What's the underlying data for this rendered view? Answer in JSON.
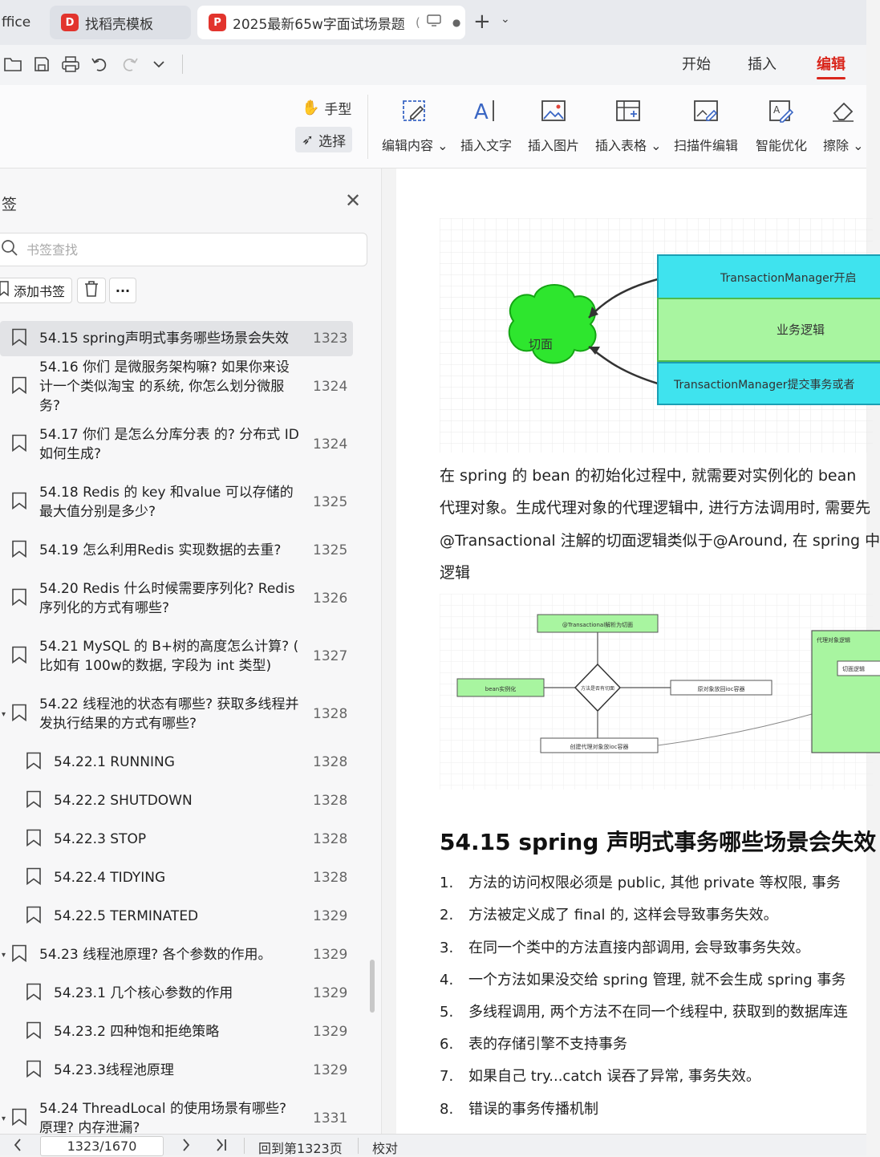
{
  "tabs": {
    "app_label": "ffice",
    "template_tab": "找稻壳模板",
    "doc_tab": "2025最新65w字面试场景题",
    "doc_tab_extra": "(",
    "new_tab": "+",
    "new_tab_menu": "⌄"
  },
  "menu": {
    "start": "开始",
    "insert": "插入",
    "edit": "编辑",
    "accent": "#d9261c"
  },
  "ribbon": {
    "hand": "手型",
    "select": "选择",
    "edit_content": "编辑内容",
    "insert_text": "插入文字",
    "insert_image": "插入图片",
    "insert_table": "插入表格",
    "scan_edit": "扫描件编辑",
    "smart_optimize": "智能优化",
    "erase": "擦除"
  },
  "sidebar": {
    "title": "签",
    "search_placeholder": "书签查找",
    "add_bookmark": "添加书签",
    "items": [
      {
        "label": "54.15 spring声明式事务哪些场景会失效",
        "page": "1323",
        "level": 0,
        "selected": true
      },
      {
        "label": "54.16 你们 是微服务架构嘛? 如果你来设计一个类似淘宝 的系统, 你怎么划分微服务?",
        "page": "1324",
        "level": 0
      },
      {
        "label": "54.17 你们 是怎么分库分表 的? 分布式 ID 如何生成?",
        "page": "1324",
        "level": 0
      },
      {
        "label": "54.18 Redis 的 key 和value 可以存储的最大值分别是多少?",
        "page": "1325",
        "level": 0
      },
      {
        "label": "54.19 怎么利用Redis 实现数据的去重?",
        "page": "1325",
        "level": 0
      },
      {
        "label": "54.20 Redis 什么时候需要序列化? Redis 序列化的方式有哪些?",
        "page": "1326",
        "level": 0
      },
      {
        "label": "54.21 MySQL 的 B+树的高度怎么计算? ( 比如有 100w的数据, 字段为 int 类型)",
        "page": "1327",
        "level": 0
      },
      {
        "label": "54.22 线程池的状态有哪些? 获取多线程并发执行结果的方式有哪些?",
        "page": "1328",
        "level": 0,
        "expanded": true
      },
      {
        "label": "54.22.1 RUNNING",
        "page": "1328",
        "level": 1
      },
      {
        "label": "54.22.2 SHUTDOWN",
        "page": "1328",
        "level": 1
      },
      {
        "label": "54.22.3 STOP",
        "page": "1328",
        "level": 1
      },
      {
        "label": "54.22.4 TIDYING",
        "page": "1328",
        "level": 1
      },
      {
        "label": "54.22.5 TERMINATED",
        "page": "1329",
        "level": 1
      },
      {
        "label": "54.23 线程池原理? 各个参数的作用。",
        "page": "1329",
        "level": 0,
        "expanded": true
      },
      {
        "label": "54.23.1 几个核心参数的作用",
        "page": "1329",
        "level": 1
      },
      {
        "label": "54.23.2 四种饱和拒绝策略",
        "page": "1329",
        "level": 1
      },
      {
        "label": "54.23.3线程池原理",
        "page": "1329",
        "level": 1
      },
      {
        "label": "54.24 ThreadLocal 的使用场景有哪些? 原理? 内存泄漏?",
        "page": "1331",
        "level": 0,
        "expanded": true
      }
    ]
  },
  "document": {
    "diagram1": {
      "aspect": "切面",
      "box_top": "TransactionManager开启",
      "box_mid": "业务逻辑",
      "box_bottom": "TransactionManager提交事务或者",
      "colors": {
        "cloud": "#2ee62e",
        "cyan": "#3fe3ee",
        "green": "#a8f5a0"
      }
    },
    "paragraph_lines": [
      "在 spring 的 bean 的初始化过程中, 就需要对实例化的 bean",
      "代理对象。生成代理对象的代理逻辑中, 进行方法调用时, 需要先",
      "@Transactional 注解的切面逻辑类似于@Around, 在 spring 中",
      "逻辑"
    ],
    "diagram2": {
      "top_box": "@Transactional解析为切面",
      "left_box": "bean实例化",
      "diamond": "方法是否有切面",
      "right_box": "原对象放回ioc容器",
      "bottom_box": "创建代理对象放ioc容器",
      "proxy_box": "代理对象逻辑",
      "inner_box": "切面逻辑"
    },
    "heading": "54.15 spring 声明式事务哪些场景会失效",
    "list": [
      {
        "num": "1.",
        "text": "方法的访问权限必须是 public, 其他 private 等权限, 事务"
      },
      {
        "num": "2.",
        "text": "方法被定义成了 final 的, 这样会导致事务失效。"
      },
      {
        "num": "3.",
        "text": "在同一个类中的方法直接内部调用, 会导致事务失效。"
      },
      {
        "num": "4.",
        "text": "一个方法如果没交给 spring 管理, 就不会生成 spring 事务"
      },
      {
        "num": "5.",
        "text": "多线程调用, 两个方法不在同一个线程中, 获取到的数据库连"
      },
      {
        "num": "6.",
        "text": "表的存储引擎不支持事务"
      },
      {
        "num": "7.",
        "text": "如果自己 try...catch 误吞了异常, 事务失效。"
      },
      {
        "num": "8.",
        "text": "错误的事务传播机制"
      }
    ]
  },
  "status": {
    "page_indicator": "1323/1670",
    "goto_page": "回到第1323页",
    "proofread": "校对"
  }
}
